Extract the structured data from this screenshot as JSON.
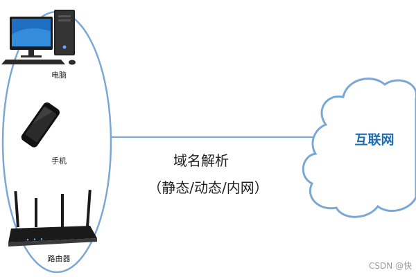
{
  "devices": [
    {
      "label": "电脑",
      "icon": "desktop-computer-icon"
    },
    {
      "label": "手机",
      "icon": "smartphone-icon"
    },
    {
      "label": "路由器",
      "icon": "router-icon"
    }
  ],
  "connection": {
    "title": "域名解析",
    "subtitle": "（静态/动态/内网）"
  },
  "cloud": {
    "label": "互联网",
    "icon": "cloud-icon"
  },
  "watermark": "CSDN @快",
  "colors": {
    "ellipse_outline": "#7aa7d6",
    "connector_line": "#7aa7d6",
    "cloud_outline": "#7aa7d6",
    "cloud_label": "#1f6fb2"
  }
}
